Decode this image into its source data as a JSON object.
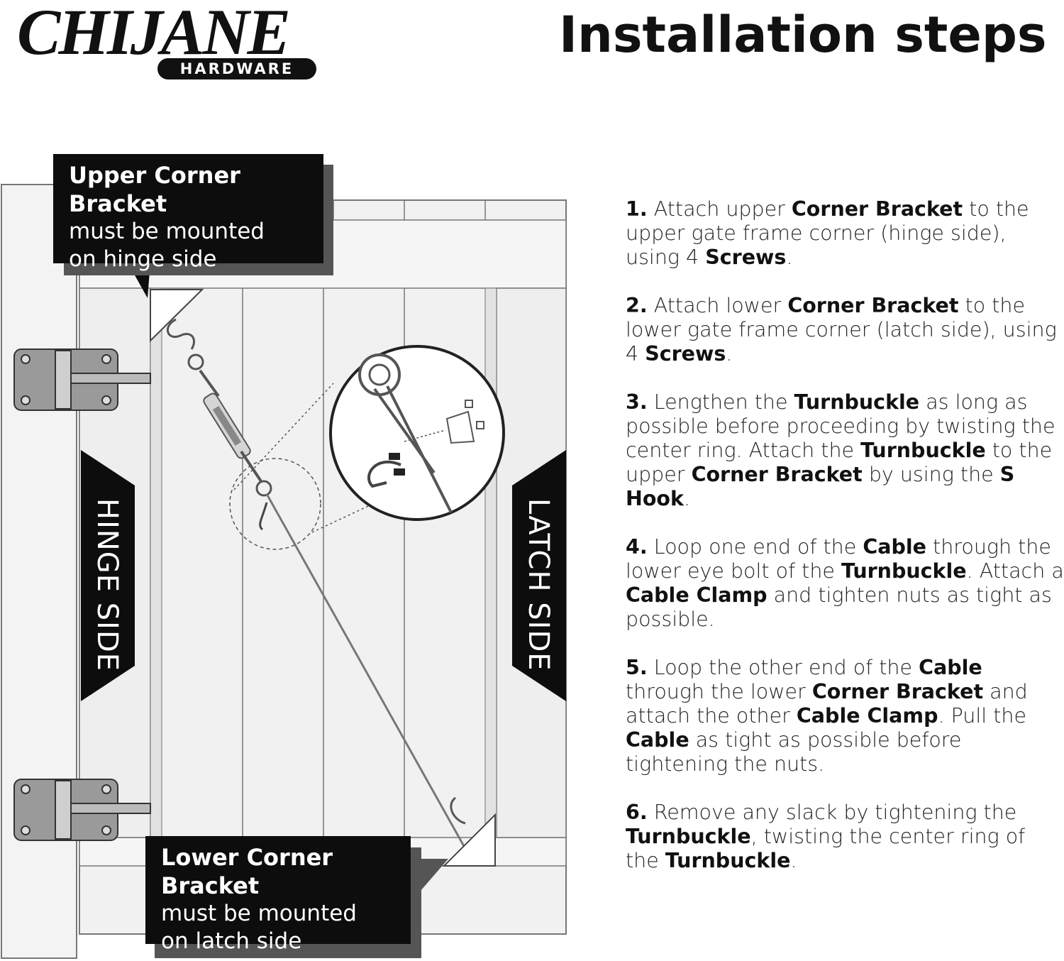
{
  "brand": {
    "name": "CHIJANE",
    "tagline": "HARDWARE"
  },
  "title": "Installation steps",
  "callouts": {
    "upper": {
      "title": "Upper Corner Bracket",
      "line1": "must be mounted",
      "line2": "on hinge side"
    },
    "lower": {
      "title": "Lower Corner Bracket",
      "line1": "must be mounted",
      "line2": "on latch side"
    }
  },
  "side_labels": {
    "hinge": "HINGE SIDE",
    "latch": "LATCH SIDE"
  },
  "steps": [
    {
      "number": "1.",
      "parts": [
        {
          "t": " Attach upper "
        },
        {
          "t": "Corner Bracket",
          "b": true
        },
        {
          "t": " to the upper gate frame corner (hinge side), using 4 "
        },
        {
          "t": "Screws",
          "b": true
        },
        {
          "t": "."
        }
      ]
    },
    {
      "number": "2.",
      "parts": [
        {
          "t": " Attach lower "
        },
        {
          "t": "Corner Bracket",
          "b": true
        },
        {
          "t": " to the lower gate frame corner (latch side), using 4 "
        },
        {
          "t": "Screws",
          "b": true
        },
        {
          "t": "."
        }
      ]
    },
    {
      "number": "3.",
      "parts": [
        {
          "t": " Lengthen the "
        },
        {
          "t": "Turnbuckle",
          "b": true
        },
        {
          "t": " as long as possible before proceeding by twisting the center ring. Attach the "
        },
        {
          "t": "Turnbuckle",
          "b": true
        },
        {
          "t": " to the upper "
        },
        {
          "t": "Corner Bracket",
          "b": true
        },
        {
          "t": " by using the "
        },
        {
          "t": "S Hook",
          "b": true
        },
        {
          "t": "."
        }
      ]
    },
    {
      "number": "4.",
      "parts": [
        {
          "t": " Loop one end of the "
        },
        {
          "t": "Cable",
          "b": true
        },
        {
          "t": " through the lower eye bolt of the "
        },
        {
          "t": "Turnbuckle",
          "b": true
        },
        {
          "t": ". Attach a "
        },
        {
          "t": "Cable Clamp",
          "b": true
        },
        {
          "t": " and tighten nuts as tight as possible."
        }
      ]
    },
    {
      "number": "5.",
      "parts": [
        {
          "t": " Loop the other end of the "
        },
        {
          "t": "Cable",
          "b": true
        },
        {
          "t": " through the lower "
        },
        {
          "t": "Corner Bracket",
          "b": true
        },
        {
          "t": " and attach the other "
        },
        {
          "t": "Cable Clamp",
          "b": true
        },
        {
          "t": ". Pull the "
        },
        {
          "t": "Cable",
          "b": true
        },
        {
          "t": " as tight as possible before tightening the nuts."
        }
      ]
    },
    {
      "number": "6.",
      "parts": [
        {
          "t": " Remove any slack by tightening the "
        },
        {
          "t": "Turnbuckle",
          "b": true
        },
        {
          "t": ", twisting the center ring of the "
        },
        {
          "t": "Turnbuckle",
          "b": true
        },
        {
          "t": "."
        }
      ]
    }
  ]
}
